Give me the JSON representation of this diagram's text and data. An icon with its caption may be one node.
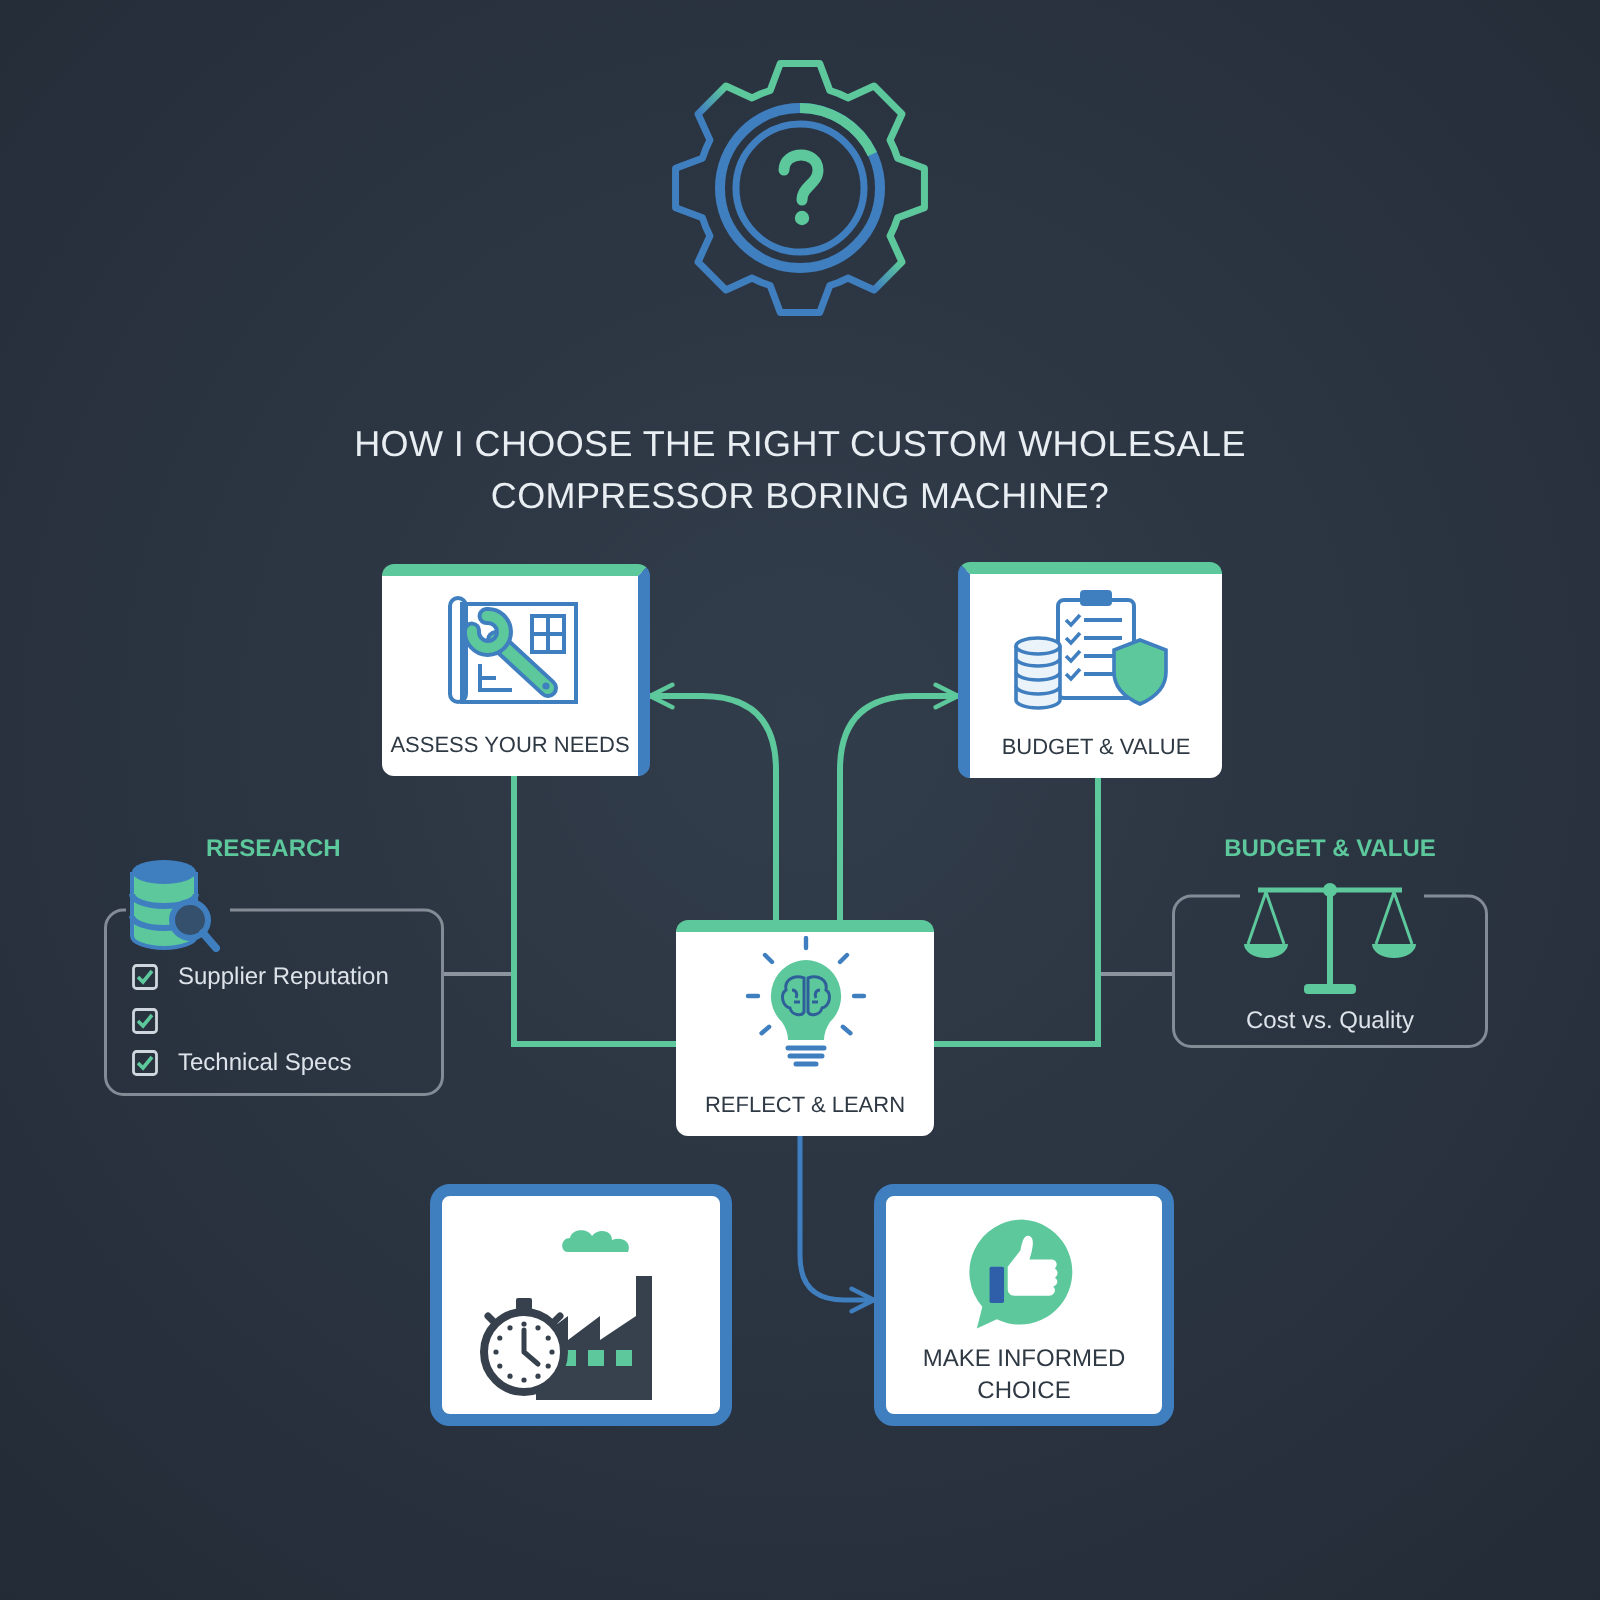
{
  "diagram": {
    "title": "HOW I CHOOSE THE RIGHT CUSTOM WHOLESALE COMPRESSOR BORING MACHINE?",
    "nodes": [
      {
        "text": [
          "ASSESS YOUR NEEDS"
        ]
      },
      {
        "text": [
          "BUDGET & VALUE"
        ]
      },
      {
        "text": [
          "RESEARCH",
          "Supplier Reputation",
          "Technical Specs"
        ]
      },
      {
        "text": [
          "BUDGET & VALUE",
          "Cost vs. Quality"
        ]
      },
      {
        "text": [
          "REFLECT & LEARN"
        ]
      },
      {
        "text": [],
        "shape": "picture"
      },
      {
        "text": [
          "MAKE INFORMED CHOICE"
        ]
      }
    ],
    "edges": [
      {
        "from": 4,
        "to": 0,
        "arrow": "to"
      },
      {
        "from": 4,
        "to": 1,
        "arrow": "to"
      },
      {
        "from": 0,
        "to": 4,
        "arrow": "none"
      },
      {
        "from": 1,
        "to": 4,
        "arrow": "none"
      },
      {
        "from": 2,
        "to": 4,
        "arrow": "none",
        "color": "#8b949e"
      },
      {
        "from": 3,
        "to": 4,
        "arrow": "none",
        "color": "#8b949e"
      },
      {
        "from": 4,
        "to": 6,
        "arrow": "to",
        "color": "#3f7fc0"
      }
    ]
  }
}
